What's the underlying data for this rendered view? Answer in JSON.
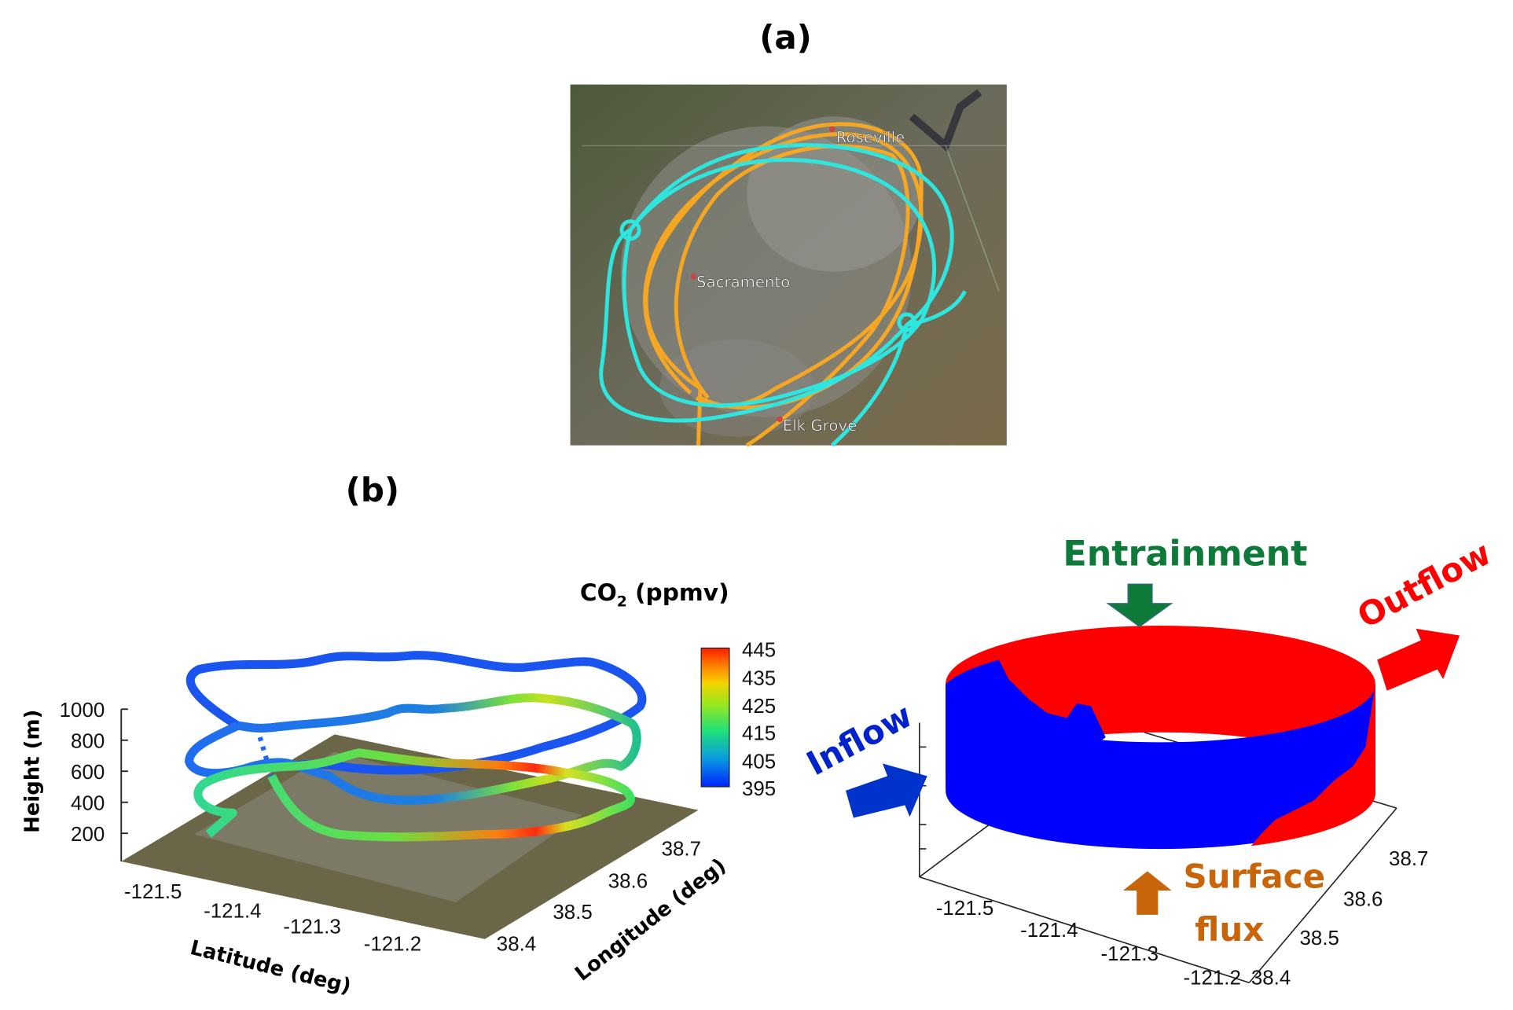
{
  "panel_a": {
    "label": "(a)",
    "map_labels": [
      "Roseville",
      "Sacramento",
      "Elk Grove"
    ],
    "track_colors": {
      "orange": "#f5a623",
      "cyan": "#2ee6e0"
    }
  },
  "panel_b": {
    "label": "(b)",
    "left_plot": {
      "colorbar_title": "CO",
      "colorbar_title_sub": "2",
      "colorbar_title_unit": " (ppmv)",
      "colorbar_ticks": [
        "445",
        "435",
        "425",
        "415",
        "405",
        "395"
      ],
      "height_label": "Height (m)",
      "height_ticks": [
        "1000",
        "800",
        "600",
        "400",
        "200"
      ],
      "x_label": "Latitude (deg)",
      "x_ticks": [
        "-121.5",
        "-121.4",
        "-121.3",
        "-121.2"
      ],
      "y_label": "Longitude (deg)",
      "y_ticks": [
        "38.7",
        "38.6",
        "38.5",
        "38.4"
      ]
    },
    "right_plot": {
      "entrainment": "Entrainment",
      "inflow": "Inflow",
      "outflow": "Outflow",
      "surface": "Surface",
      "flux": "flux",
      "x_ticks": [
        "-121.5",
        "-121.4",
        "-121.3",
        "-121.2"
      ],
      "y_ticks": [
        "38.7",
        "38.6",
        "38.5",
        "38.4"
      ],
      "colors": {
        "inflow": "#0000ff",
        "outflow": "#ff0000",
        "entrainment": "#0d7a3a",
        "surface_flux": "#c8640a"
      }
    }
  }
}
